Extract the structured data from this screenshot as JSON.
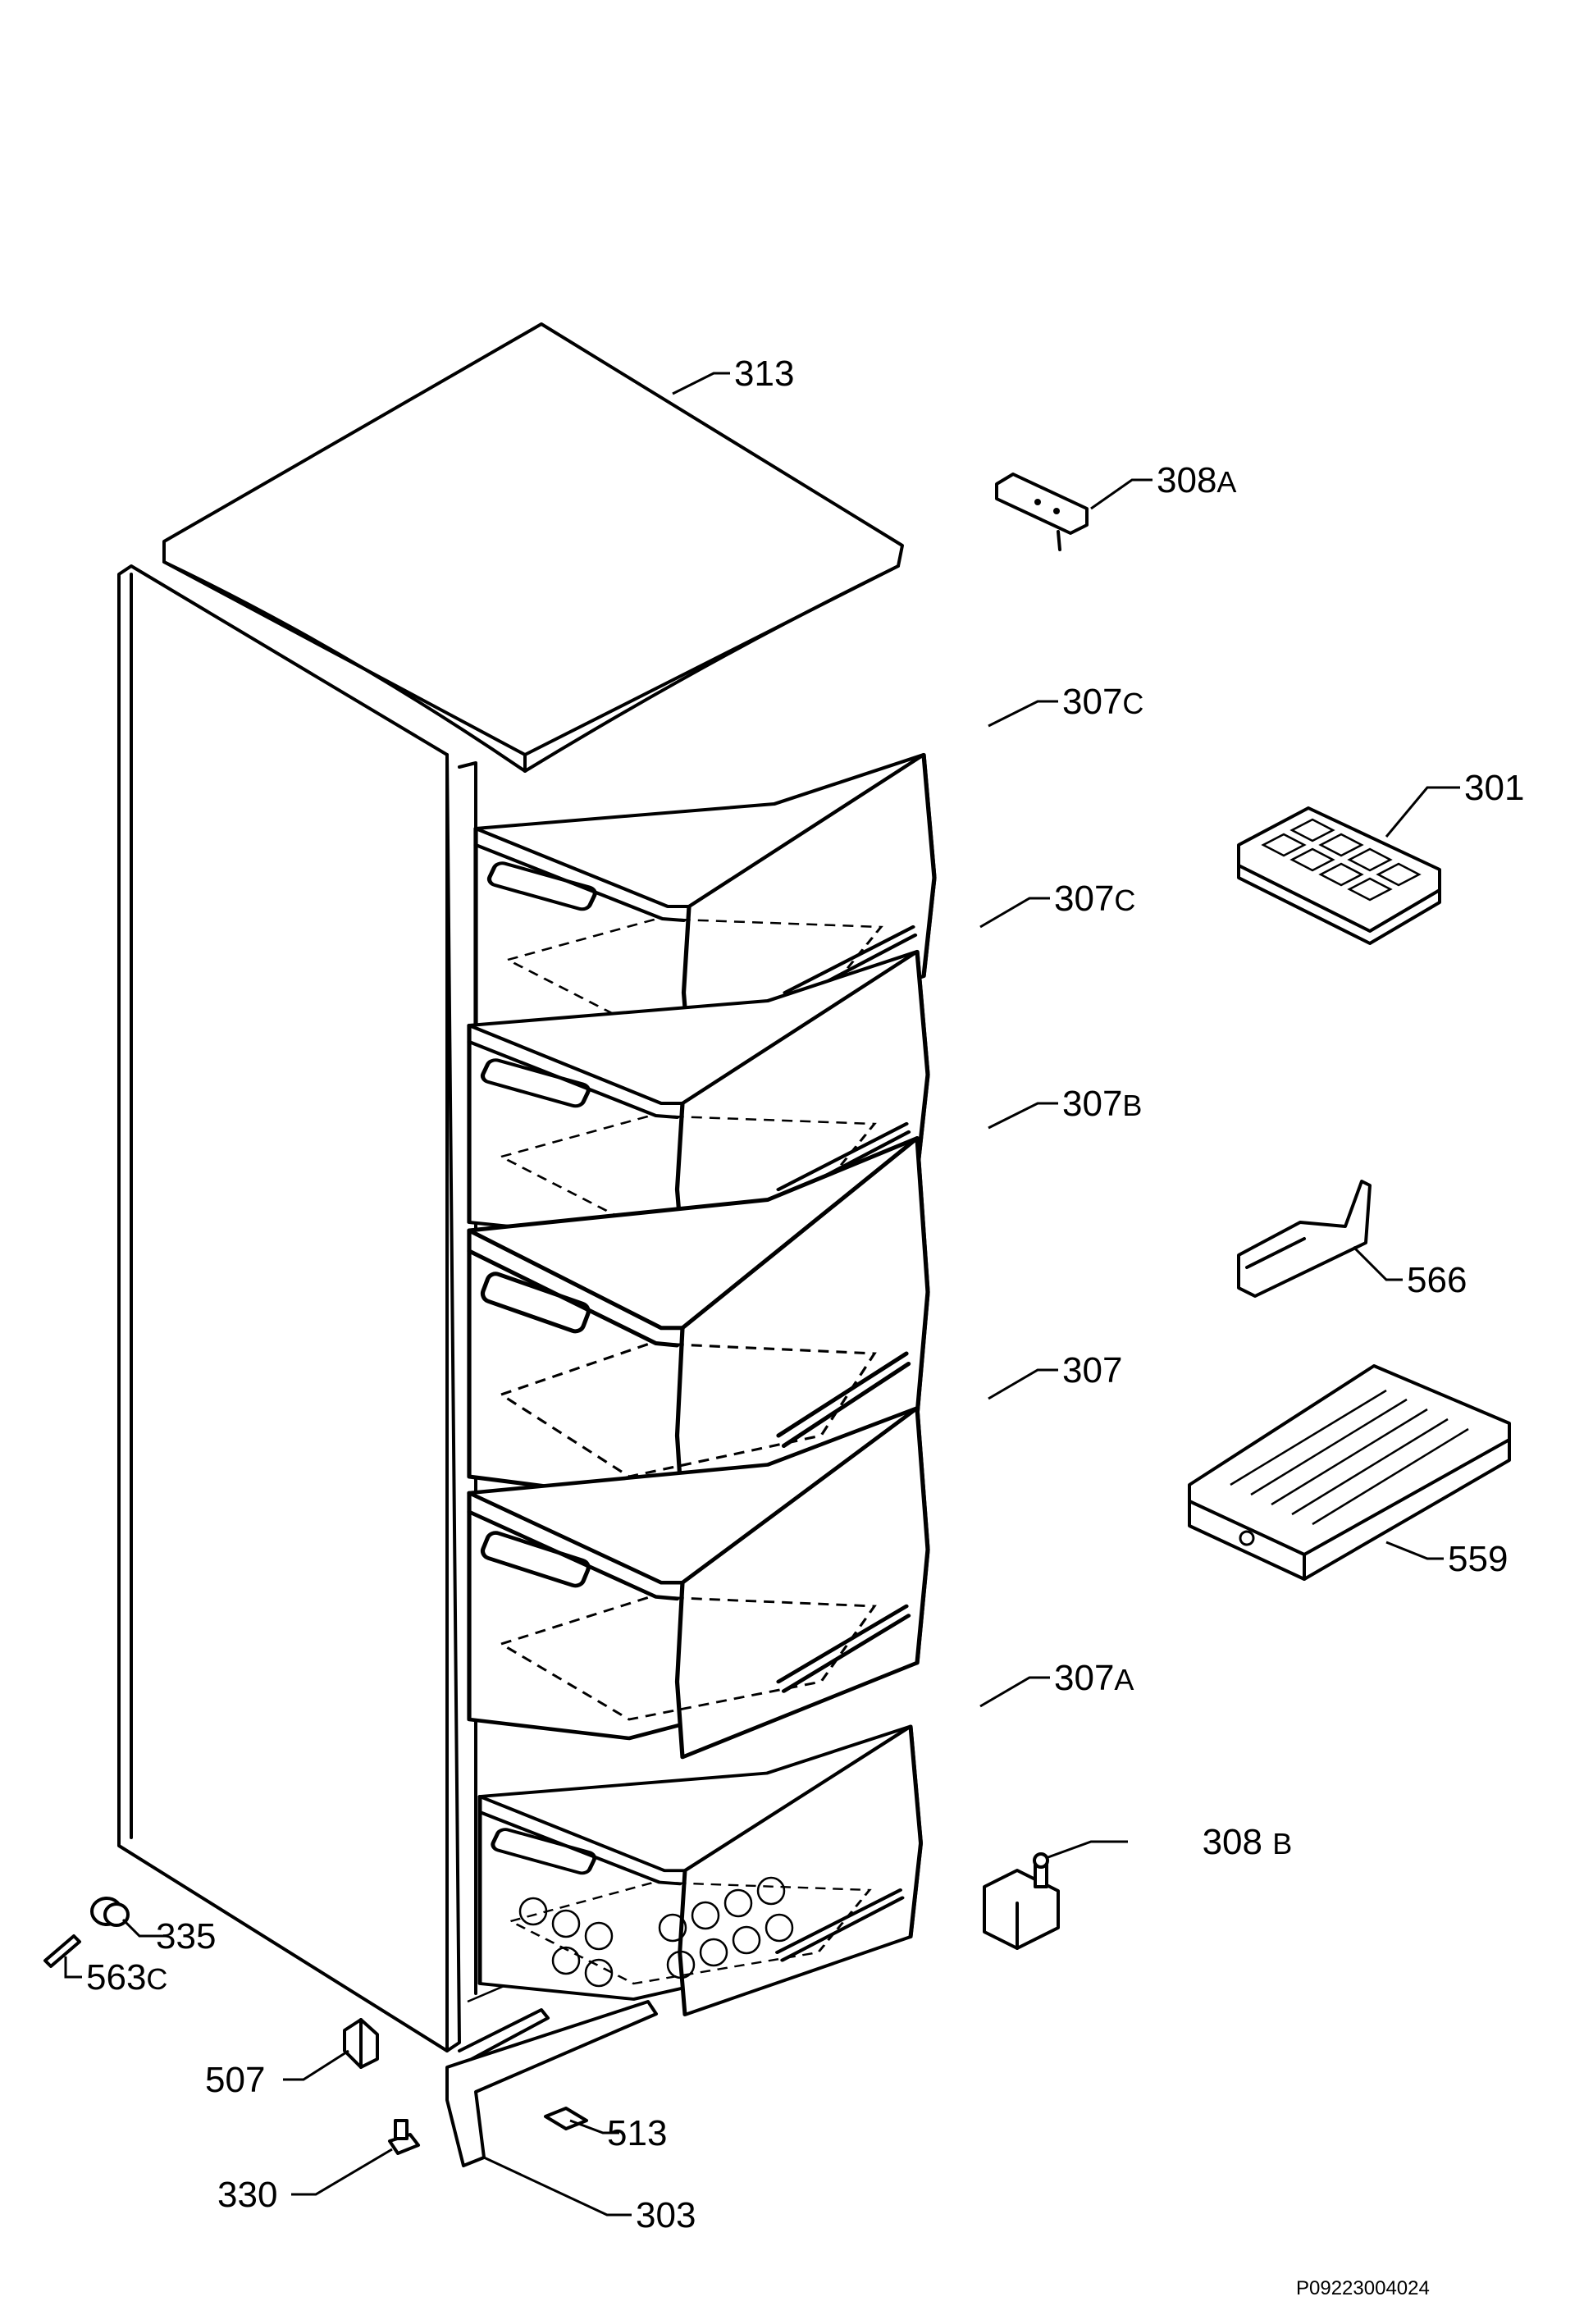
{
  "labels": {
    "p313": {
      "num": "313",
      "suffix": ""
    },
    "p308a": {
      "num": "308",
      "suffix": "A"
    },
    "p307c_top": {
      "num": "307",
      "suffix": "C"
    },
    "p301": {
      "num": "301",
      "suffix": ""
    },
    "p307c_2": {
      "num": "307",
      "suffix": "C"
    },
    "p307b": {
      "num": "307",
      "suffix": "B"
    },
    "p566": {
      "num": "566",
      "suffix": ""
    },
    "p307": {
      "num": "307",
      "suffix": ""
    },
    "p559": {
      "num": "559",
      "suffix": ""
    },
    "p307a": {
      "num": "307",
      "suffix": "A"
    },
    "p308b": {
      "num": "308 ",
      "suffix": "B"
    },
    "p335": {
      "num": "335",
      "suffix": ""
    },
    "p563c": {
      "num": "563",
      "suffix": "C"
    },
    "p507": {
      "num": "507",
      "suffix": ""
    },
    "p513": {
      "num": "513",
      "suffix": ""
    },
    "p330": {
      "num": "330",
      "suffix": ""
    },
    "p303": {
      "num": "303",
      "suffix": ""
    }
  },
  "reference_code": "P09223004024"
}
